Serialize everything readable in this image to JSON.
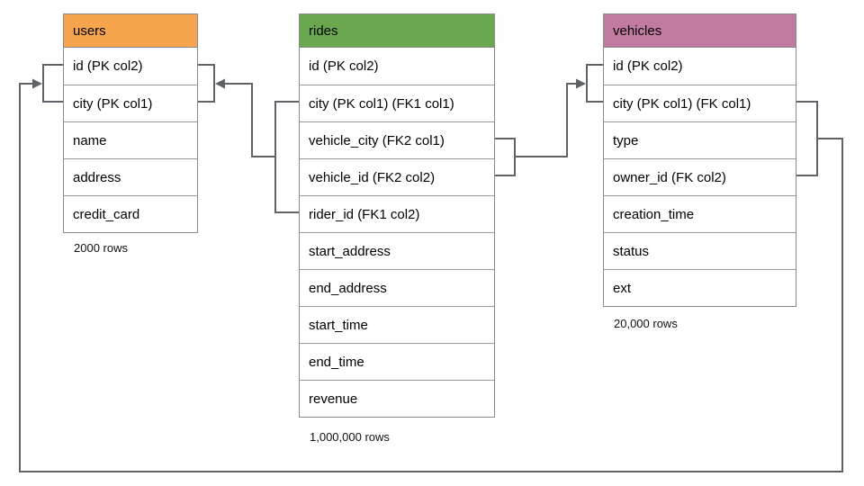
{
  "diagram": {
    "line_color": "#5f6368",
    "tables": [
      {
        "name": "users",
        "header_color": "#f6a44d",
        "rows": [
          "id (PK col2)",
          "city (PK col1)",
          "name",
          "address",
          "credit_card"
        ],
        "caption": "2000 rows"
      },
      {
        "name": "rides",
        "header_color": "#6aa84f",
        "rows": [
          "id (PK col2)",
          "city (PK col1) (FK1 col1)",
          "vehicle_city (FK2 col1)",
          "vehicle_id (FK2 col2)",
          "rider_id (FK1 col2)",
          "start_address",
          "end_address",
          "start_time",
          "end_time",
          "revenue"
        ],
        "caption": "1,000,000 rows"
      },
      {
        "name": "vehicles",
        "header_color": "#c27ba0",
        "rows": [
          "id (PK col2)",
          "city (PK col1) (FK col1)",
          "type",
          "owner_id (FK col2)",
          "creation_time",
          "status",
          "ext"
        ],
        "caption": "20,000 rows"
      }
    ]
  }
}
